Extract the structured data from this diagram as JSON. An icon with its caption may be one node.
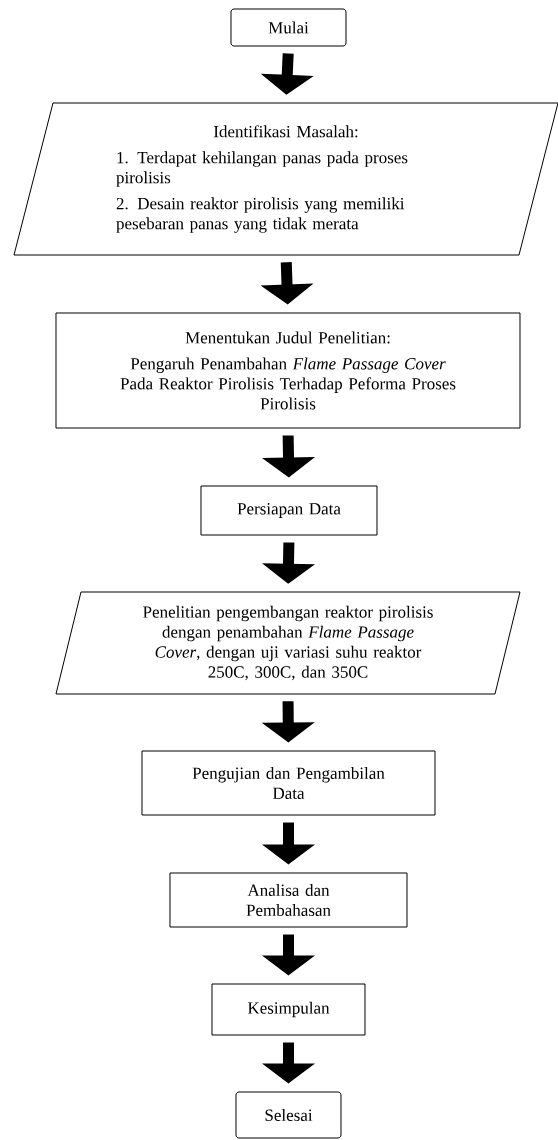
{
  "diagram": {
    "nodes": [
      {
        "text": [
          "Mulai"
        ]
      },
      {
        "text": [
          "Identifikasi Masalah:",
          "1. Terdapat kehilangan panas pada proses pirolisis",
          "2. Desain reaktor pirolisis yang memiliki pesebaran panas yang tidak merata"
        ]
      },
      {
        "text": [
          "Menentukan Judul Penelitian:",
          "Pengaruh Penambahan *Flame Passage Cover* Pada Reaktor Pirolisis Terhadap Peforma Proses Pirolisis"
        ]
      },
      {
        "text": [
          "Persiapan Data"
        ]
      },
      {
        "text": [
          "Penelitian pengembangan reaktor pirolisis dengan penambahan *Flame Passage Cover*, dengan uji variasi suhu reaktor 250C, 300C, dan 350C"
        ]
      },
      {
        "text": [
          "Pengujian dan Pengambilan Data"
        ]
      },
      {
        "text": [
          "Analisa dan Pembahasan"
        ]
      },
      {
        "text": [
          "Kesimpulan"
        ]
      },
      {
        "text": [
          "Selesai"
        ]
      }
    ],
    "edges": [
      {
        "from": 0,
        "to": 1,
        "arrow": "to"
      },
      {
        "from": 1,
        "to": 2,
        "arrow": "to"
      },
      {
        "from": 2,
        "to": 3,
        "arrow": "to"
      },
      {
        "from": 3,
        "to": 4,
        "arrow": "to"
      },
      {
        "from": 4,
        "to": 5,
        "arrow": "to"
      },
      {
        "from": 5,
        "to": 6,
        "arrow": "to"
      },
      {
        "from": 6,
        "to": 7,
        "arrow": "to"
      },
      {
        "from": 7,
        "to": 8,
        "arrow": "to"
      }
    ]
  }
}
